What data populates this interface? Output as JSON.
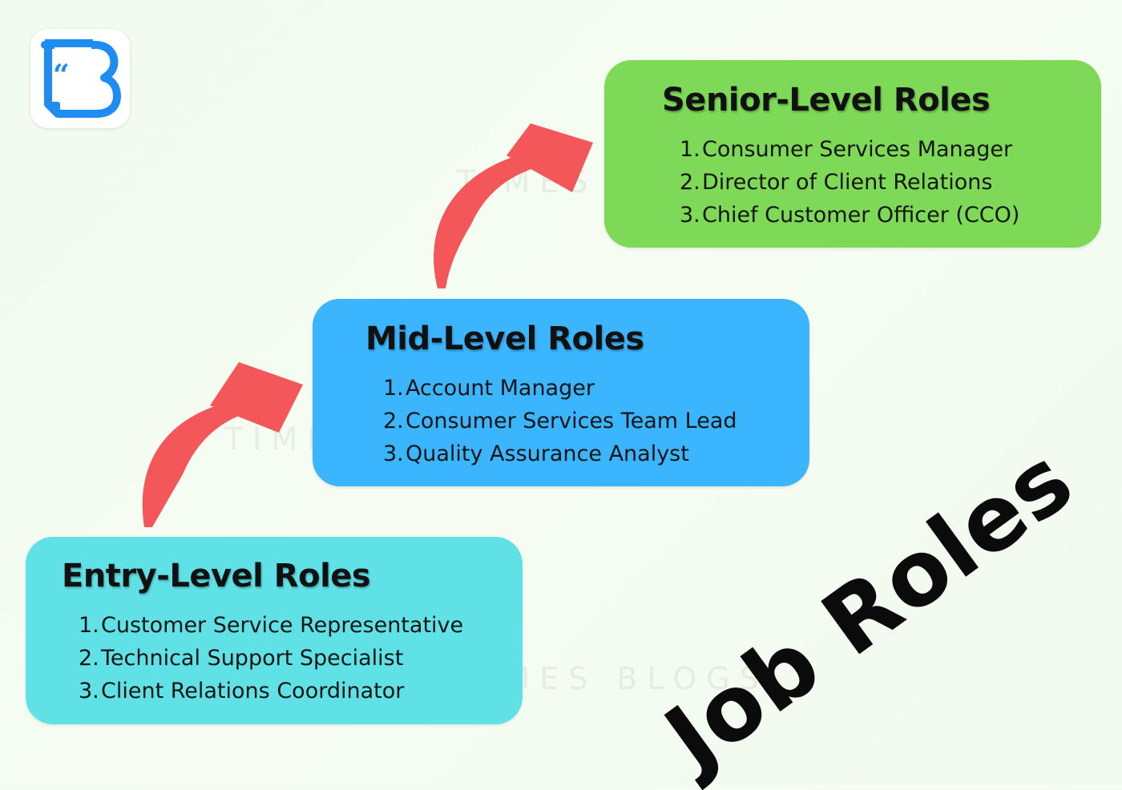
{
  "watermarks": [
    "TIMES BLOGS",
    "TIMES BLOGS",
    "TIMES BLOGS"
  ],
  "colors": {
    "entry": "#5fe1e6",
    "mid": "#3bb5fd",
    "senior": "#7ed957",
    "arrow": "#f4575a",
    "logo_blue": "#1f8cf2"
  },
  "logo": {
    "icon": "quote-b-logo-icon"
  },
  "entry": {
    "title": "Entry-Level Roles",
    "items": [
      {
        "num": "1.",
        "label": "Customer Service Representative"
      },
      {
        "num": "2.",
        "label": "Technical Support Specialist"
      },
      {
        "num": "3.",
        "label": "Client Relations Coordinator"
      }
    ]
  },
  "mid": {
    "title": "Mid-Level Roles",
    "items": [
      {
        "num": "1.",
        "label": "Account Manager"
      },
      {
        "num": "2.",
        "label": "Consumer Services Team Lead"
      },
      {
        "num": "3.",
        "label": "Quality Assurance Analyst"
      }
    ]
  },
  "senior": {
    "title": "Senior-Level Roles",
    "items": [
      {
        "num": "1.",
        "label": "Consumer Services Manager"
      },
      {
        "num": "2.",
        "label": "Director of Client Relations"
      },
      {
        "num": "3.",
        "label": "Chief Customer Officer (CCO)"
      }
    ]
  },
  "heading": "Job Roles"
}
